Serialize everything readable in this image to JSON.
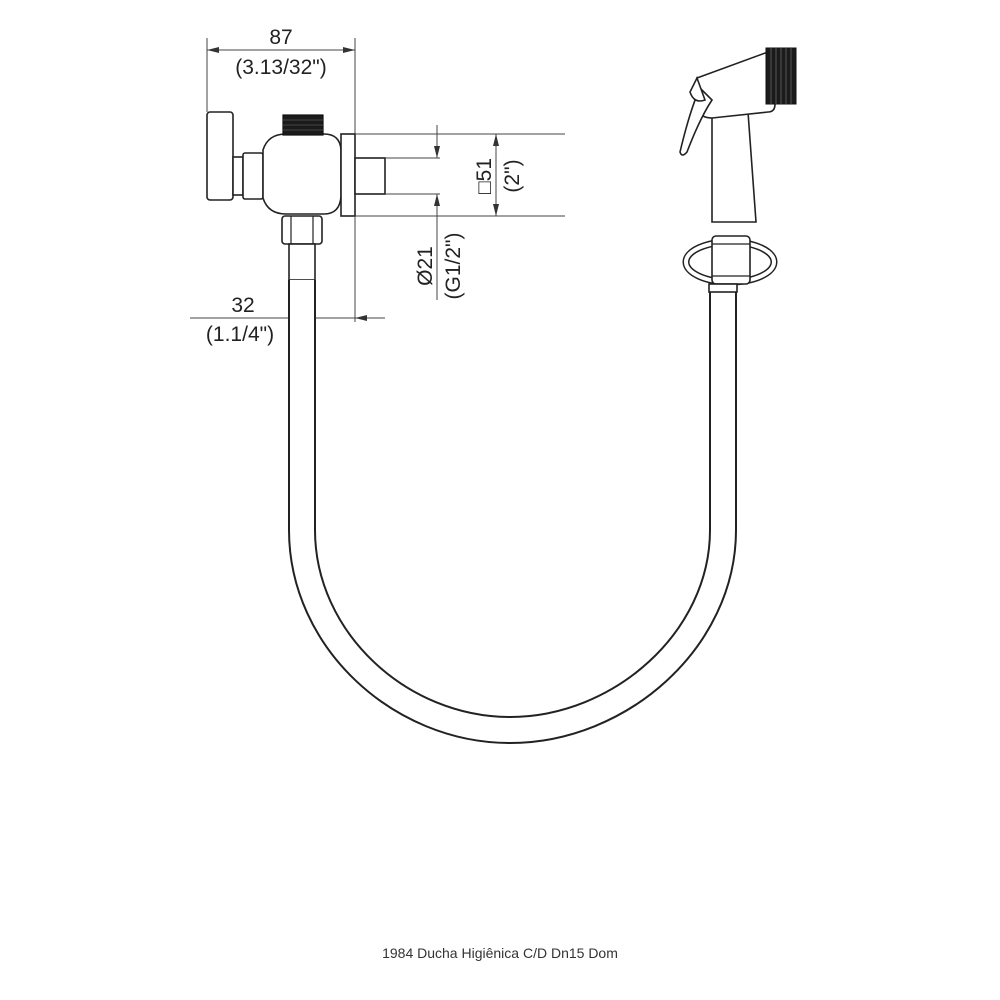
{
  "dimensions": {
    "width_top": {
      "value": "87",
      "inch": "(3.13/32\")"
    },
    "flange_square": {
      "value": "□51",
      "inch": "(2\")"
    },
    "thread_diameter": {
      "value": "Ø21",
      "inch": "(G1/2\")"
    },
    "offset": {
      "value": "32",
      "inch": "(1.1/4\")"
    }
  },
  "caption": "1984 Ducha Higiênica C/D Dn15 Dom",
  "colors": {
    "line": "#222222",
    "background": "#ffffff"
  }
}
